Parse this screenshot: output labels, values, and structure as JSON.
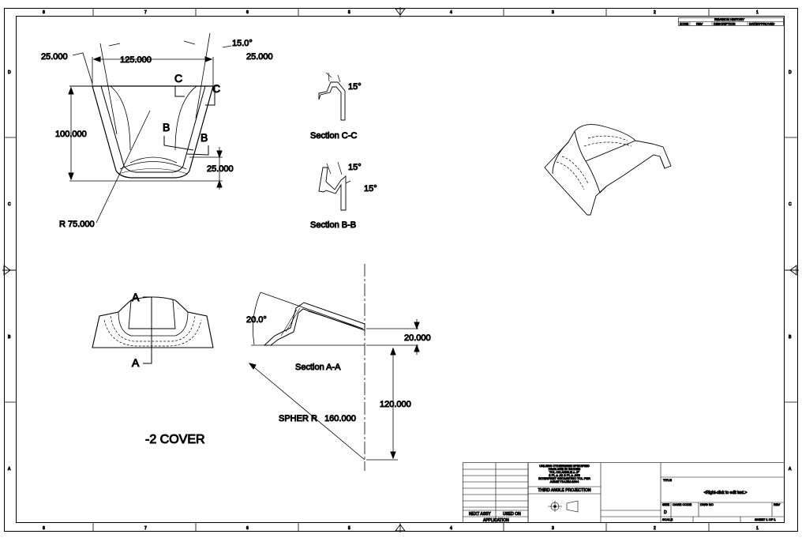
{
  "border": {
    "col_labels": [
      "8",
      "7",
      "6",
      "5",
      "4",
      "3",
      "2",
      "1"
    ],
    "row_labels": [
      "D",
      "C",
      "B",
      "A"
    ]
  },
  "revision_block": {
    "title": "REVISION HISTORY",
    "headers": [
      "ZONE",
      "REV",
      "DESCRIPTION",
      "DATE",
      "APPROVED"
    ]
  },
  "front_view": {
    "dims": [
      "25.000",
      "125.000",
      "15.0°",
      "25.000",
      "100.000",
      "25.000",
      "R 75.000"
    ],
    "section_labels": [
      "C",
      "C",
      "B",
      "B"
    ]
  },
  "section_cc": {
    "title": "Section C-C",
    "angles": [
      "15°"
    ]
  },
  "section_bb": {
    "title": "Section B-B",
    "angles": [
      "15°",
      "15°"
    ]
  },
  "top_view": {
    "section_labels": [
      "A",
      "A"
    ]
  },
  "section_aa": {
    "title": "Section A-A",
    "dims": [
      "20.0°",
      "20.000",
      "120.000",
      "SPHER R   160.000"
    ]
  },
  "part_name": "-2 COVER",
  "title_block": {
    "tolerance_lines": [
      "UNLESS OTHERWISE SPECIFIED",
      "DIMS ARE IN INCHES",
      "TOL ON ANGLE ± .5°",
      "2 PL ± .01   3 PL ± .005",
      "INTERPRET GEOMETRIC TOL PER",
      "ASME Y14.5M-1994"
    ],
    "projection": "THIRD ANGLE PROJECTION",
    "next_assy": "NEXT ASSY",
    "used_on": "USED ON",
    "application": "APPLICATION",
    "title_label": "TITLE",
    "title_placeholder": "<Right-click to edit text.>",
    "size_label": "SIZE",
    "size_value": "D",
    "cage_label": "CAGE CODE",
    "dwg_label": "DWG NO",
    "rev_label": "REV",
    "scale_label": "SCALE",
    "sheet_label": "SHEET 1 OF 1"
  }
}
